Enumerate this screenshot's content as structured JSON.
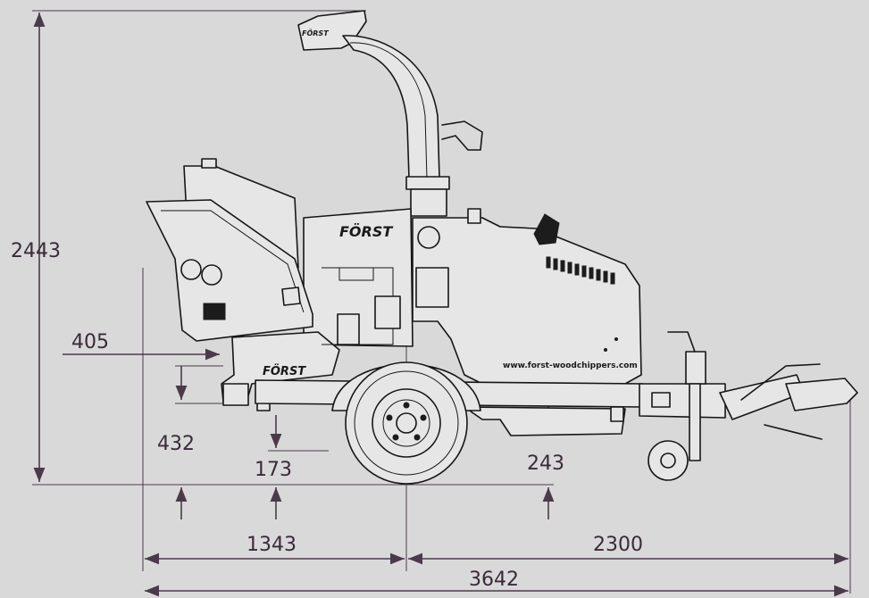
{
  "dimensions": {
    "overall_height": "2443",
    "hopper_offset": "405",
    "hopper_height": "432",
    "ground_clearance": "173",
    "rear_clearance": "243",
    "rear_to_axle": "1343",
    "axle_to_hitch": "2300",
    "overall_length": "3642"
  },
  "labels": {
    "brand_body": "FÖRST",
    "brand_chassis": "FÖRST",
    "website": "www.forst-woodchippers.com"
  },
  "colors": {
    "background": "#d9d9d9",
    "dimension_line": "#4a3a4a",
    "machine_line": "#161616"
  }
}
